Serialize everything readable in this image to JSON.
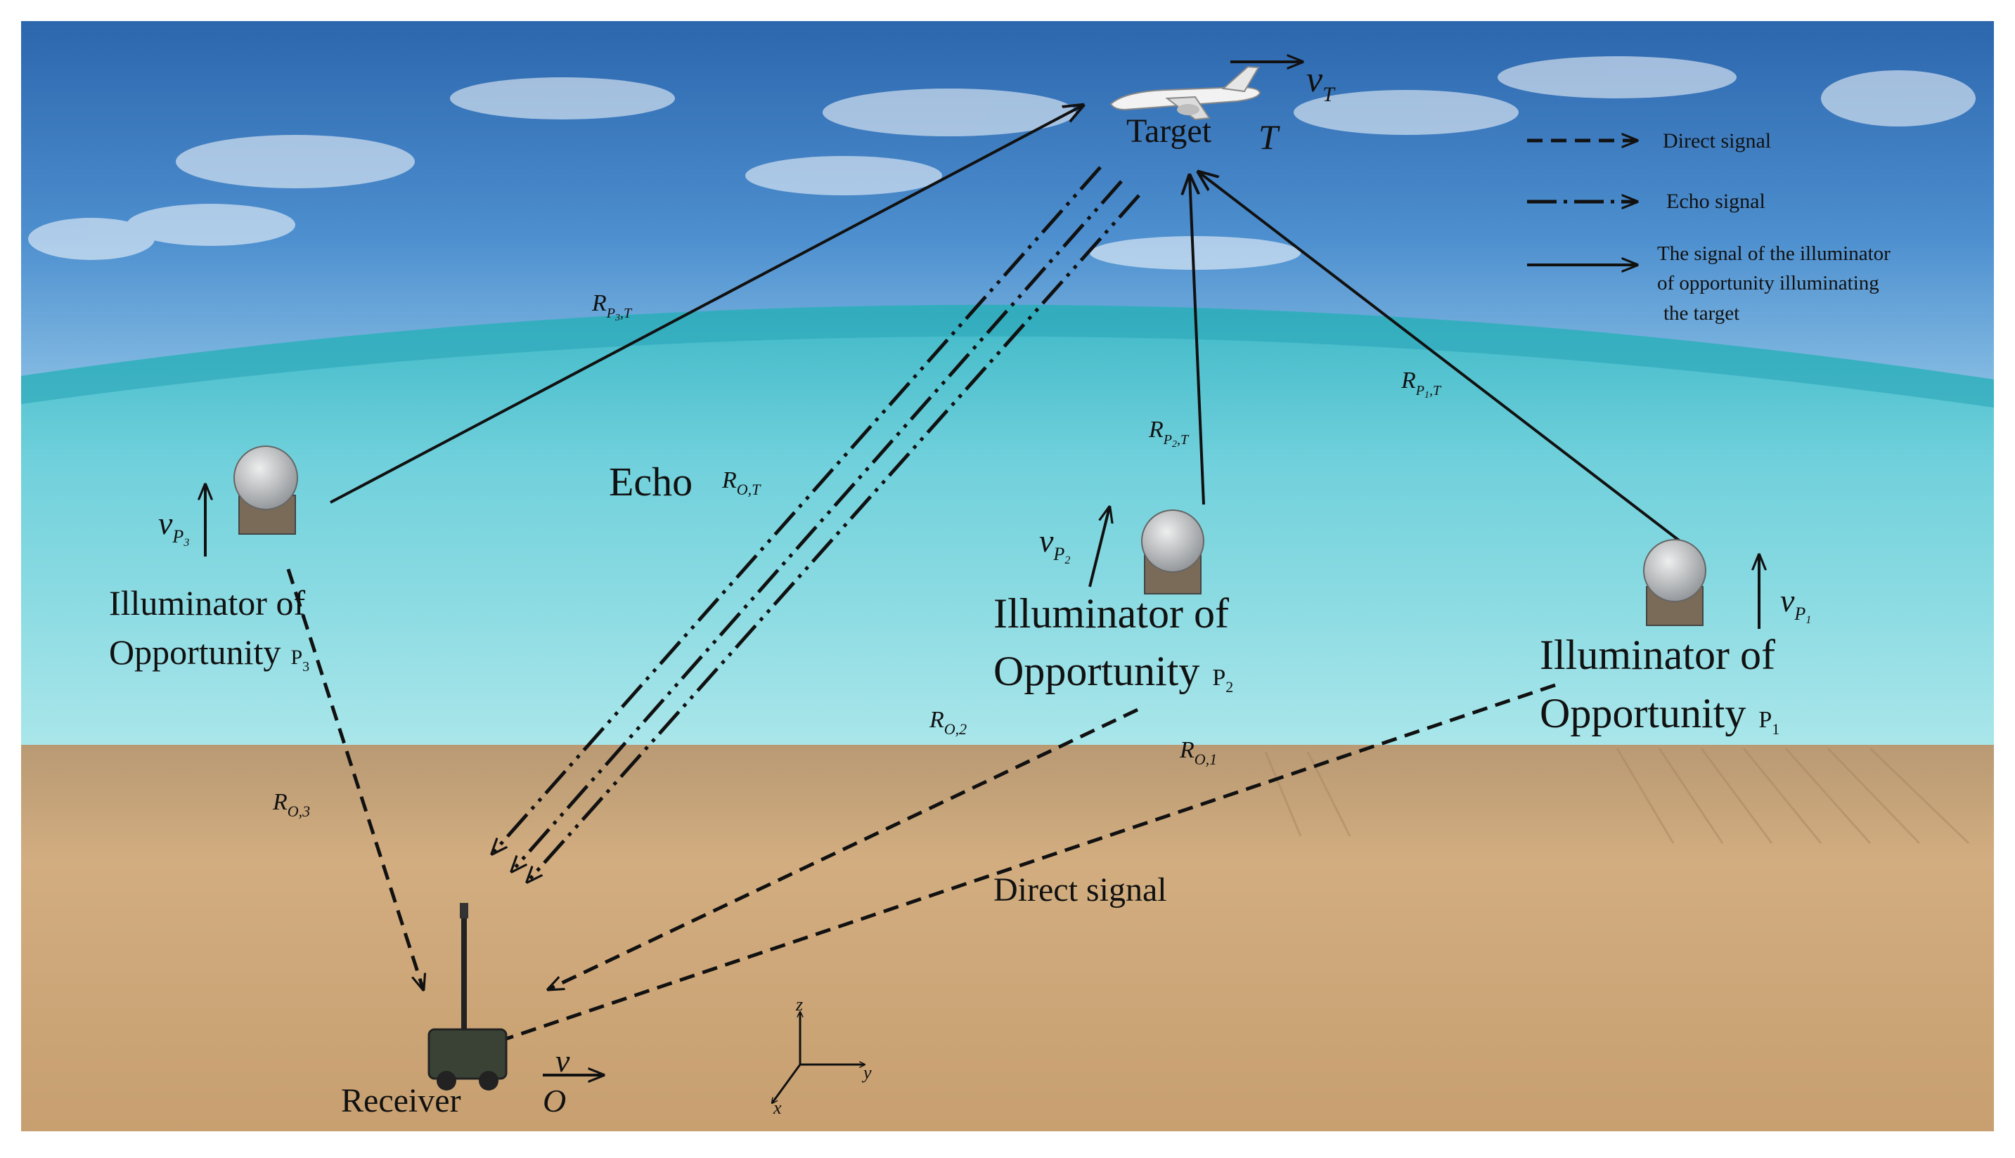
{
  "target": {
    "name": "Target",
    "symbol": "T",
    "velocity": "v",
    "velocity_sub": "T"
  },
  "receiver": {
    "name": "Receiver",
    "symbol": "O",
    "velocity": "v"
  },
  "illuminators": [
    {
      "line1": "Illuminator of",
      "line2": "Opportunity",
      "sub": "P",
      "sub_index": "1",
      "velocity": "v",
      "velocity_sub": "P",
      "velocity_index": "1"
    },
    {
      "line1": "Illuminator of",
      "line2": "Opportunity",
      "sub": "P",
      "sub_index": "2",
      "velocity": "v",
      "velocity_sub": "P",
      "velocity_index": "2"
    },
    {
      "line1": "Illuminator of",
      "line2": "Opportunity",
      "sub": "P",
      "sub_index": "3",
      "velocity": "v",
      "velocity_sub": "P",
      "velocity_index": "3"
    }
  ],
  "ranges": {
    "r_p1_t": {
      "main": "R",
      "sub": "P",
      "index": "1",
      "tail": ",T"
    },
    "r_p2_t": {
      "main": "R",
      "sub": "P",
      "index": "2",
      "tail": ",T"
    },
    "r_p3_t": {
      "main": "R",
      "sub": "P",
      "index": "3",
      "tail": ",T"
    },
    "r_o1": {
      "main": "R",
      "sub": "O,1"
    },
    "r_o2": {
      "main": "R",
      "sub": "O,2"
    },
    "r_o3": {
      "main": "R",
      "sub": "O,3"
    },
    "r_ot": {
      "main": "R",
      "sub": "O,T"
    }
  },
  "echo_label": "Echo",
  "direct_label": "Direct signal",
  "legend": {
    "direct": "Direct signal",
    "echo": "Echo signal",
    "illum_line1": "The signal of the illuminator",
    "illum_line2": "of opportunity illuminating",
    "illum_line3": "the target"
  },
  "axes": {
    "z": "z",
    "y": "y",
    "x": "x"
  },
  "colors": {
    "sky_top": "#2f6fb0",
    "sea": "#7fd3dd",
    "field": "#c9a77a",
    "line": "#111111"
  }
}
